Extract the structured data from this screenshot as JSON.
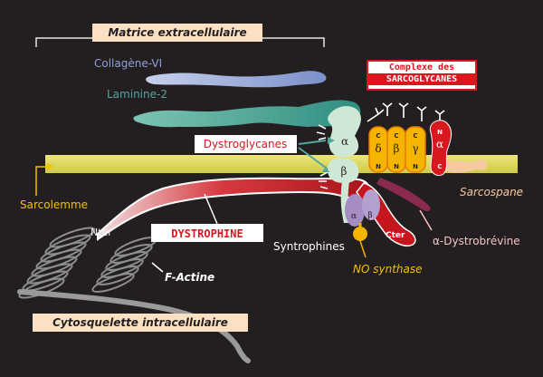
{
  "headers": {
    "extracellular": "Matrice extracellulaire",
    "cytoskeleton": "Cytosquelette intracellulaire"
  },
  "sarcoglycan_box": {
    "line1": "Complexe des",
    "line2": "SARCOGLYCANES"
  },
  "labels": {
    "collagen": "Collagène-VI",
    "laminin": "Laminine-2",
    "dystroglycans": "Dystroglycanes",
    "sarcolemma": "Sarcolemme",
    "dystrophin": "DYSTROPHINE",
    "nter": "Nter",
    "cter": "Cter",
    "f_actin": "F-Actine",
    "syntrophins": "Syntrophines",
    "no_synthase": "NO synthase",
    "dystrobrevin": "α-Dystrobrévine",
    "sarcospan": "Sarcospane"
  },
  "subunits": {
    "dg_alpha": "α",
    "dg_beta": "β",
    "sg_delta": "δ",
    "sg_beta": "β",
    "sg_gamma": "γ",
    "sg_alpha": "α",
    "syn_alpha": "α",
    "syn_beta": "β",
    "terminal_c": "C",
    "terminal_n": "N"
  },
  "colors": {
    "background": "#231f20",
    "membrane": "#e1dc5c",
    "collagen": "#9aa9d6",
    "laminin": "#4fa89a",
    "dystroglycan": "#cfe8d5",
    "sarcoglycan": "#f5b400",
    "sarcoglycan_alpha": "#d7191f",
    "dystrophin": "#c4161c",
    "syntrophin": "#a58cc2",
    "no_synthase": "#f4b400",
    "dystrobrevin": "#8a2a4f",
    "sarcospan": "#f6c9a0",
    "actin": "#8a8a8a",
    "label_yellow": "#f2c100",
    "label_pink": "#f5c4c2",
    "label_red": "#d7191f"
  }
}
